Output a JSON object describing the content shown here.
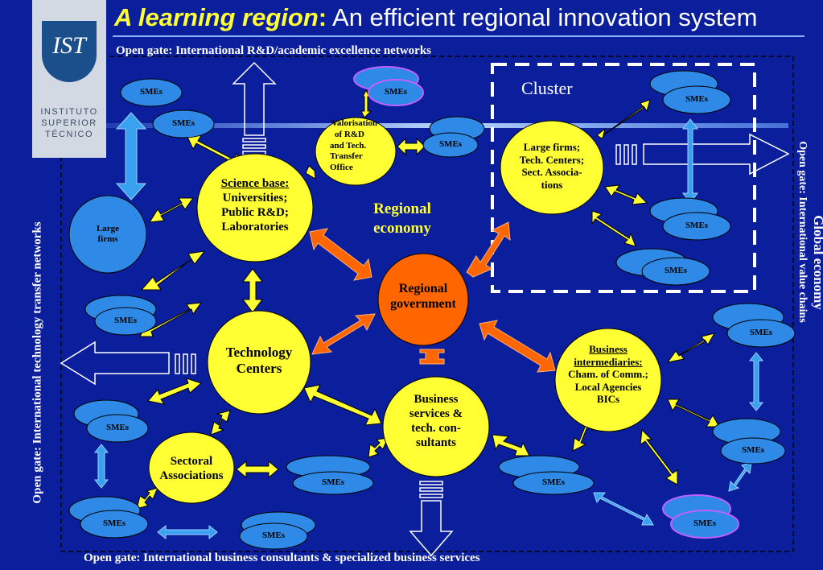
{
  "title": {
    "emphasis": "A learning region",
    "colon": ":",
    "rest": " An efficient regional innovation system"
  },
  "logo": {
    "mark": "IST",
    "line1": "INSTITUTO",
    "line2": "SUPERIOR",
    "line3": "TÉCNICO"
  },
  "gates": {
    "top": "Open gate: International R&D/academic excellence networks",
    "bottom": "Open gate: International business consultants & specialized business services",
    "left": "Open gate: International technology transfer networks",
    "right": "Open gate: International value chains"
  },
  "global_economy": "Global economy",
  "cluster_label": "Cluster",
  "regional_economy": {
    "line1": "Regional",
    "line2": "economy"
  },
  "nodes": {
    "science_base": {
      "title": "Science base:",
      "line1": "Universities;",
      "line2": "Public R&D;",
      "line3": "Laboratories"
    },
    "regional_government": {
      "line1": "Regional",
      "line2": "government"
    },
    "technology_centers": {
      "line1": "Technology",
      "line2": "Centers"
    },
    "business_services": {
      "line1": "Business",
      "line2": "services &",
      "line3": "tech. con-",
      "line4": "sultants"
    },
    "business_intermediaries": {
      "title": "Business",
      "title2": "intermediaries:",
      "line1": "Cham. of Comm.;",
      "line2": "Local Agencies",
      "line3": "BICs"
    },
    "sectoral_associations": {
      "line1": "Sectoral",
      "line2": "Associations"
    },
    "valorisation": {
      "line1": "Valorisation",
      "line2": "of R&D",
      "line3": "and Tech.",
      "line4": "Transfer",
      "line5": "Office"
    },
    "cluster_firms": {
      "line1": "Large firms;",
      "line2": "Tech. Centers;",
      "line3": "Sect. Associa-",
      "line4": "tions"
    },
    "large_firms": {
      "line1": "Large",
      "line2": "firms"
    }
  },
  "sme_label": "SMEs",
  "colors": {
    "background": "#0b1f9c",
    "yellow": "#ffff33",
    "orange": "#ff6600",
    "blue_node": "#2e8ae6",
    "white": "#ffffff"
  }
}
